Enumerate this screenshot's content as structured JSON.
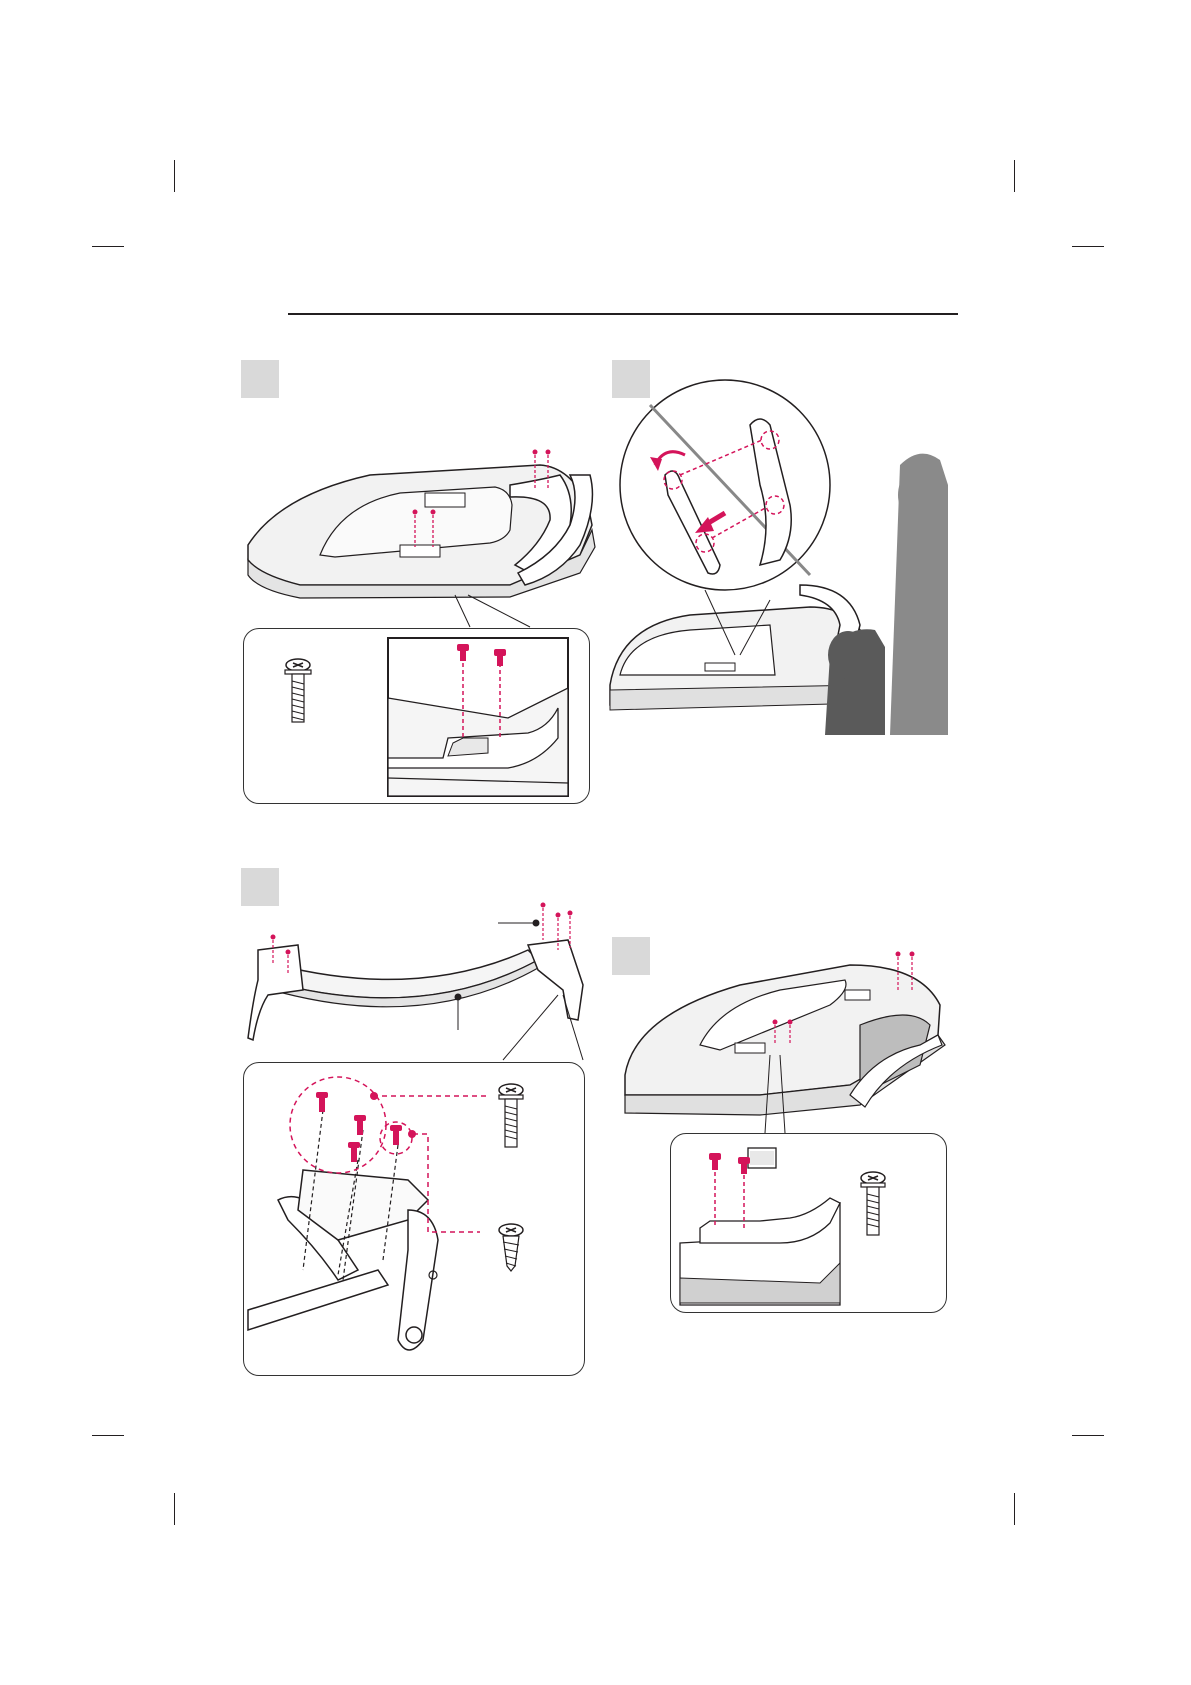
{
  "page": {
    "steps": [
      {
        "id": 1,
        "label": ""
      },
      {
        "id": 2,
        "label": ""
      },
      {
        "id": 3,
        "label": ""
      },
      {
        "id": 4,
        "label": ""
      }
    ]
  },
  "colors": {
    "screw_accent": "#d4145a",
    "line": "#231f20",
    "step_box": "#d9d9d9",
    "silhouette_back": "#8a8a8a",
    "silhouette_front": "#5a5a5a"
  }
}
